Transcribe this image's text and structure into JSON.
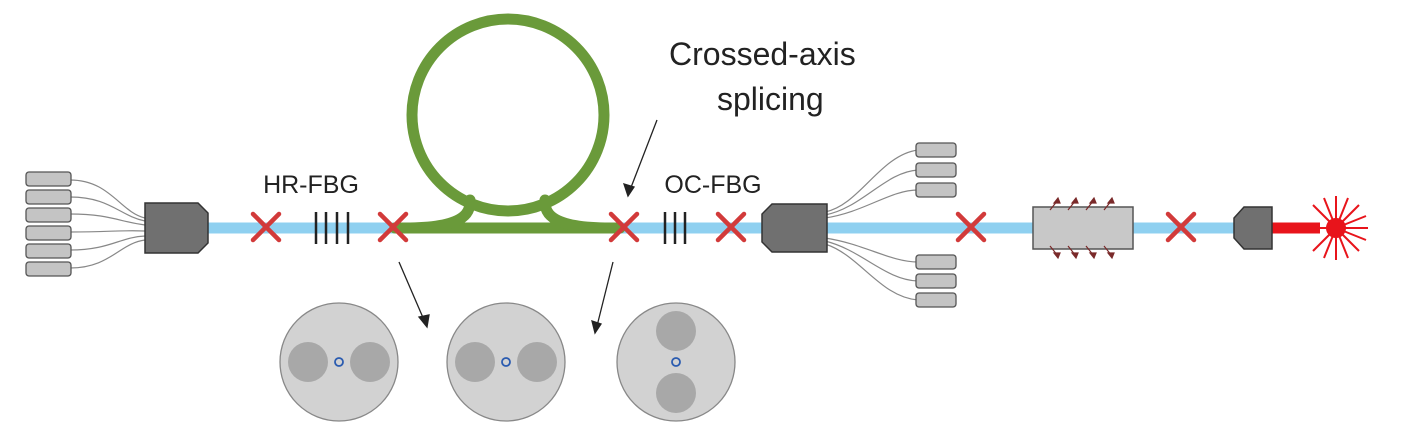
{
  "labels": {
    "hr_fbg": "HR-FBG",
    "oc_fbg": "OC-FBG",
    "splice_line1": "Crossed-axis",
    "splice_line2": "splicing"
  },
  "colors": {
    "fiber": "#8fd0f0",
    "gain_fiber": "#6a9a3a",
    "splice_mark": "#d23a3a",
    "combiner": "#707070",
    "connector": "#c4c4c4",
    "pump_laser": "#e8141b",
    "cross_section": "#d2d2d2",
    "stress_rod": "#a8a8a8",
    "core": "#2a5bb0",
    "text": "#222222"
  },
  "elements": [
    "pump-fiber-bundle-left",
    "pump-combiner-left",
    "hr-fbg",
    "gain-fiber-loop",
    "oc-fbg",
    "pump-combiner-right",
    "pump-fiber-bundle-right",
    "isolator",
    "output-collimator",
    "output-laser-burst"
  ],
  "cross_sections": [
    {
      "name": "pm-fiber-section-1",
      "stress_rods": "horizontal"
    },
    {
      "name": "pm-fiber-section-2",
      "stress_rods": "horizontal"
    },
    {
      "name": "pm-fiber-section-3",
      "stress_rods": "vertical"
    }
  ]
}
